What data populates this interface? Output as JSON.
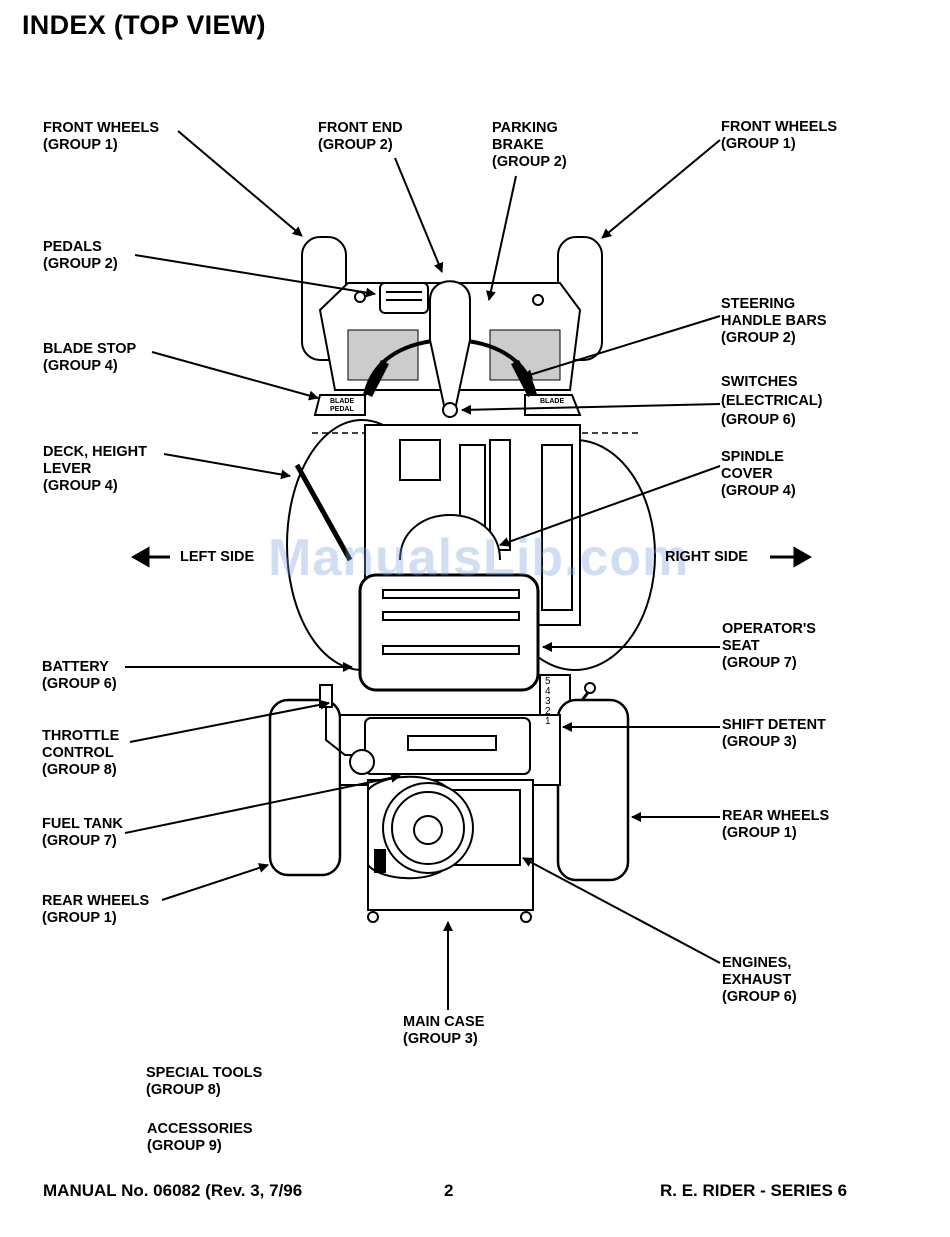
{
  "title": "INDEX (TOP VIEW)",
  "labels": {
    "front_wheels_left": [
      "FRONT WHEELS",
      "(GROUP 1)"
    ],
    "front_end": [
      "FRONT END",
      "(GROUP 2)"
    ],
    "parking_brake": [
      "PARKING",
      "BRAKE",
      "(GROUP 2)"
    ],
    "front_wheels_right": [
      "FRONT WHEELS",
      "(GROUP 1)"
    ],
    "pedals": [
      "PEDALS",
      "(GROUP 2)"
    ],
    "steering_handle_bars": [
      "STEERING",
      "HANDLE BARS",
      "(GROUP 2)"
    ],
    "blade_stop": [
      "BLADE STOP",
      "(GROUP 4)"
    ],
    "switches": [
      "SWITCHES",
      "(ELECTRICAL)",
      "(GROUP 6)"
    ],
    "deck_height_lever": [
      "DECK, HEIGHT",
      "LEVER",
      "(GROUP 4)"
    ],
    "spindle_cover": [
      "SPINDLE",
      "COVER",
      "(GROUP 4)"
    ],
    "operators_seat": [
      "OPERATOR'S",
      "SEAT",
      "(GROUP 7)"
    ],
    "battery": [
      "BATTERY",
      "(GROUP 6)"
    ],
    "throttle_control": [
      "THROTTLE",
      "CONTROL",
      "(GROUP 8)"
    ],
    "shift_detent": [
      "SHIFT DETENT",
      "(GROUP 3)"
    ],
    "fuel_tank": [
      "FUEL TANK",
      "(GROUP 7)"
    ],
    "rear_wheels_right": [
      "REAR WHEELS",
      "(GROUP 1)"
    ],
    "rear_wheels_left": [
      "REAR WHEELS",
      "(GROUP 1)"
    ],
    "engines_exhaust": [
      "ENGINES,",
      "EXHAUST",
      "(GROUP 6)"
    ],
    "main_case": [
      "MAIN CASE",
      "(GROUP 3)"
    ],
    "special_tools": [
      "SPECIAL TOOLS",
      "(GROUP 8)"
    ],
    "accessories": [
      "ACCESSORIES",
      "(GROUP 9)"
    ]
  },
  "sides": {
    "left": "LEFT SIDE",
    "right": "RIGHT SIDE"
  },
  "parts_text": {
    "blade_left": "BLADE",
    "pedal": "PEDAL",
    "blade_right": "BLADE",
    "gears": [
      "5",
      "4",
      "3",
      "2",
      "1"
    ]
  },
  "footer": {
    "manual": "MANUAL No. 06082 (Rev. 3, 7/96",
    "page": "2",
    "series": "R. E. RIDER - SERIES 6"
  },
  "watermark": "ManualsLib.com"
}
